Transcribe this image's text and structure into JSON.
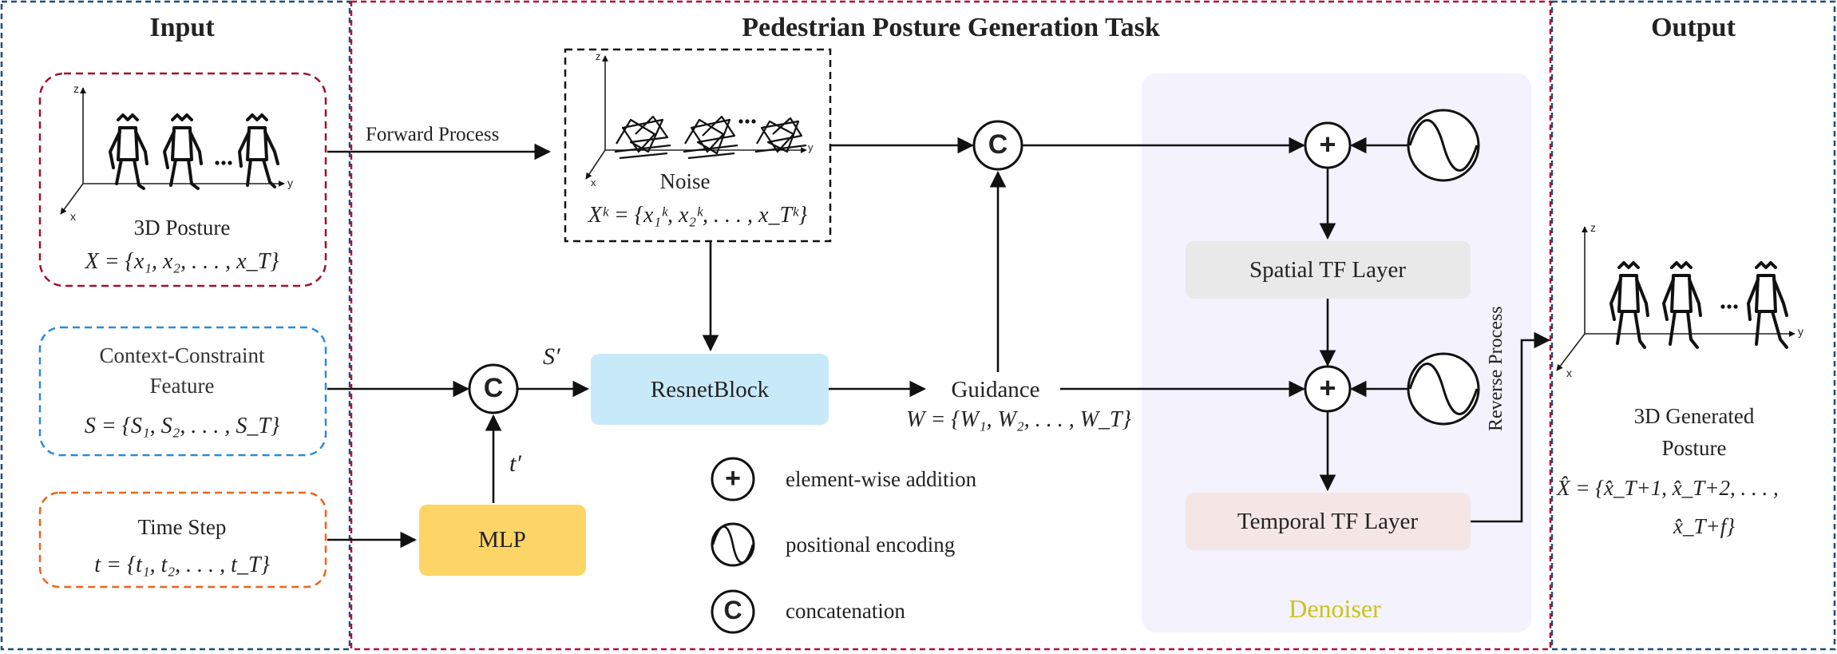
{
  "sections": {
    "input_title": "Input",
    "task_title": "Pedestrian Posture Generation Task",
    "output_title": "Output"
  },
  "inputs": {
    "posture_label": "3D Posture",
    "posture_formula": "X = {x₁, x₂, . . . , x_T}",
    "context_label_line1": "Context-Constraint",
    "context_label_line2": "Feature",
    "context_formula": "S = {S₁, S₂, . . . , S_T}",
    "timestep_label": "Time Step",
    "timestep_formula": "t = {t₁, t₂, . . . , t_T}"
  },
  "process": {
    "forward_label": "Forward Process",
    "noise_label": "Noise",
    "noise_formula": "Xᵏ = {x₁ᵏ, x₂ᵏ, . . . , x_Tᵏ}",
    "s_prime": "S′",
    "t_prime": "t′",
    "resnet_label": "ResnetBlock",
    "mlp_label": "MLP",
    "guidance_label": "Guidance",
    "guidance_formula": "W = {W₁, W₂, . . . , W_T}",
    "concat_symbol": "C",
    "plus_symbol": "+"
  },
  "denoiser": {
    "title": "Denoiser",
    "spatial_label": "Spatial TF Layer",
    "temporal_label": "Temporal TF Layer",
    "reverse_label": "Reverse Process"
  },
  "legend": [
    {
      "symbol": "+",
      "label": "element-wise addition"
    },
    {
      "symbol": "~",
      "label": "positional encoding"
    },
    {
      "symbol": "C",
      "label": "concatenation"
    }
  ],
  "output": {
    "label_line1": "3D Generated",
    "label_line2": "Posture",
    "formula_line1": "X̂ = {x̂_T+1, x̂_T+2, . . . ,",
    "formula_line2": "x̂_T+f}"
  },
  "axis_labels": {
    "z": "z",
    "y": "y",
    "x": "x"
  },
  "colors": {
    "input_border": "#1f4e79",
    "task_border": "#b0103a",
    "posture_border": "#a01030",
    "context_border": "#2a8bd8",
    "timestep_border": "#e8671c",
    "resnet_fill": "#c8e9f8",
    "mlp_fill": "#fdd567",
    "denoiser_fill": "#f3f2fd",
    "spatial_fill": "#e9e9e9",
    "temporal_fill": "#f4e6e4",
    "denoiser_text": "#c9c41a"
  }
}
